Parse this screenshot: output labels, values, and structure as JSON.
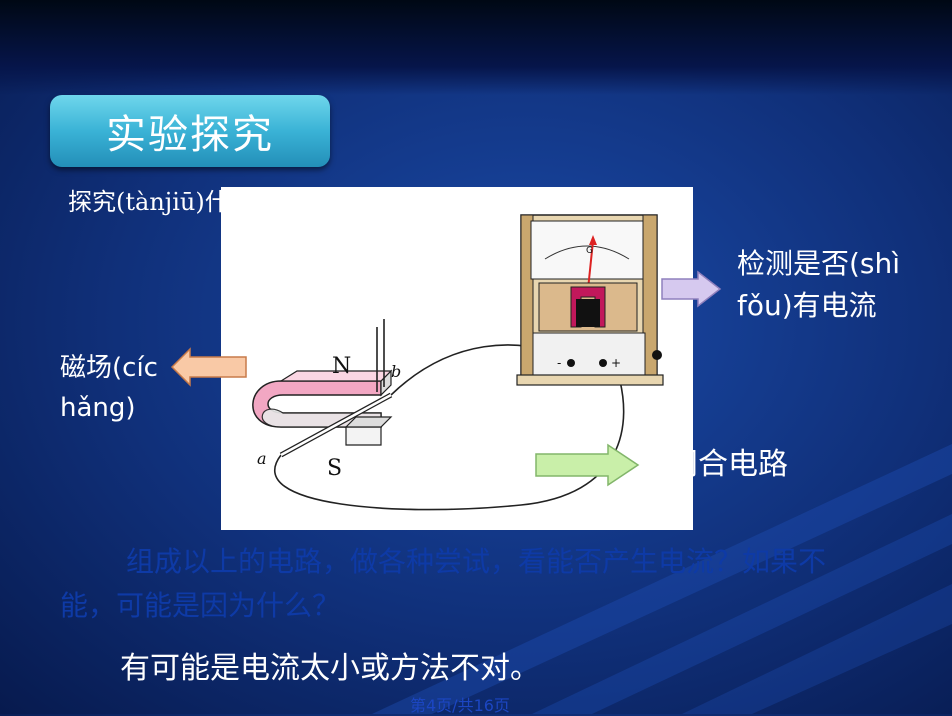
{
  "slide": {
    "title": "实验探究",
    "question": "探究(tànjiū)什么情况下磁可以生电",
    "label_magnetic": "磁场(cíchǎng)",
    "label_detect": "检测是否(shì fǒu)有电流",
    "label_circuit": "闭合电路",
    "task": "组成以上的电路，做各种尝试，看能否产生电流？如果不能，可能是因为什么？",
    "answer": "有可能是电流太小或方法不对。",
    "pager": "第4页/共16页"
  },
  "figure": {
    "pole_north": "N",
    "pole_south": "S",
    "wire_end_a": "a",
    "wire_end_b": "b",
    "meter_letter": "G",
    "terminal_minus": "-",
    "terminal_plus": "+"
  },
  "colors": {
    "background": "#10307a",
    "title_box": "#3ab3d6",
    "task_text": "#0e3aa6",
    "arrow_left": "#f9c9a6",
    "arrow_right_lavender": "#d6c9ef",
    "arrow_green": "#c9efa9",
    "magnet_pink": "#f2a7c3"
  }
}
